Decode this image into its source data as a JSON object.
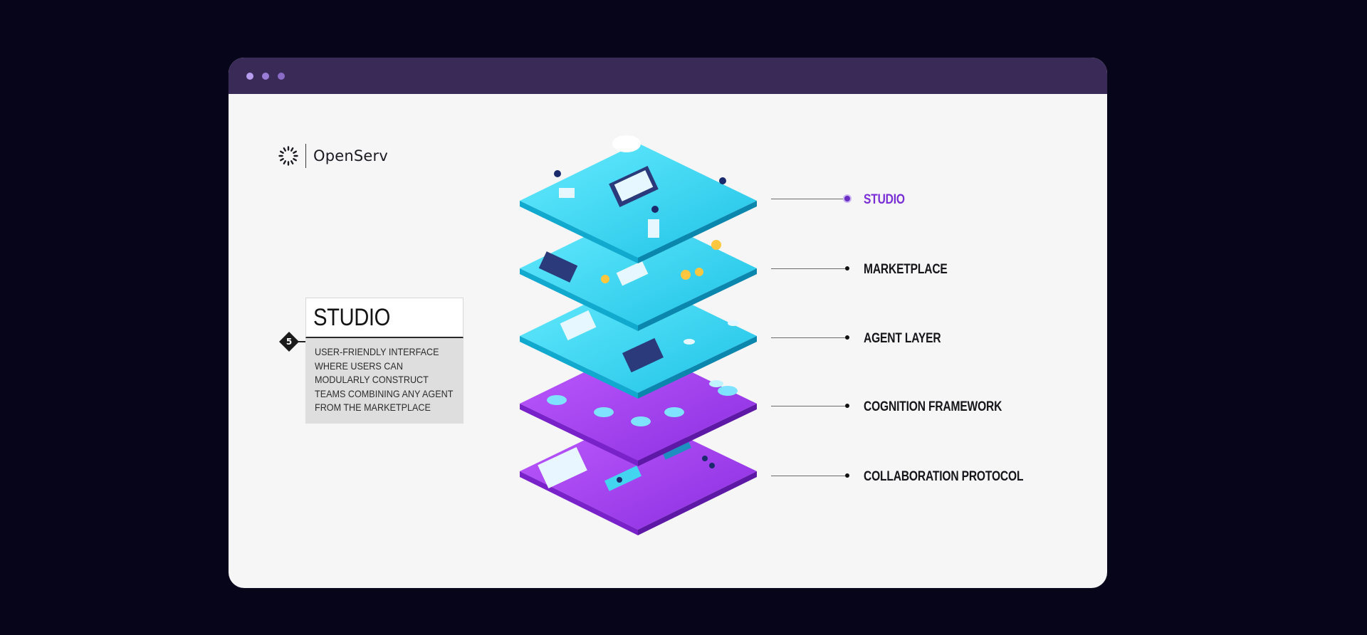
{
  "brand": {
    "name": "OpenServ"
  },
  "badge": {
    "number": "5"
  },
  "card": {
    "title": "STUDIO",
    "description": "USER-FRIENDLY INTERFACE WHERE USERS CAN MODULARLY CONSTRUCT TEAMS COMBINING ANY AGENT FROM THE MARKETPLACE"
  },
  "layers": [
    {
      "label": "STUDIO",
      "active": true
    },
    {
      "label": "MARKETPLACE",
      "active": false
    },
    {
      "label": "AGENT LAYER",
      "active": false
    },
    {
      "label": "COGNITION FRAMEWORK",
      "active": false
    },
    {
      "label": "COLLABORATION PROTOCOL",
      "active": false
    }
  ],
  "colors": {
    "background": "#07051a",
    "titlebar": "#3a2a58",
    "window": "#f6f6f7",
    "accent": "#7a2fd6",
    "cyan_layer": "#33d6ee",
    "purple_layer": "#9b3ae6"
  }
}
